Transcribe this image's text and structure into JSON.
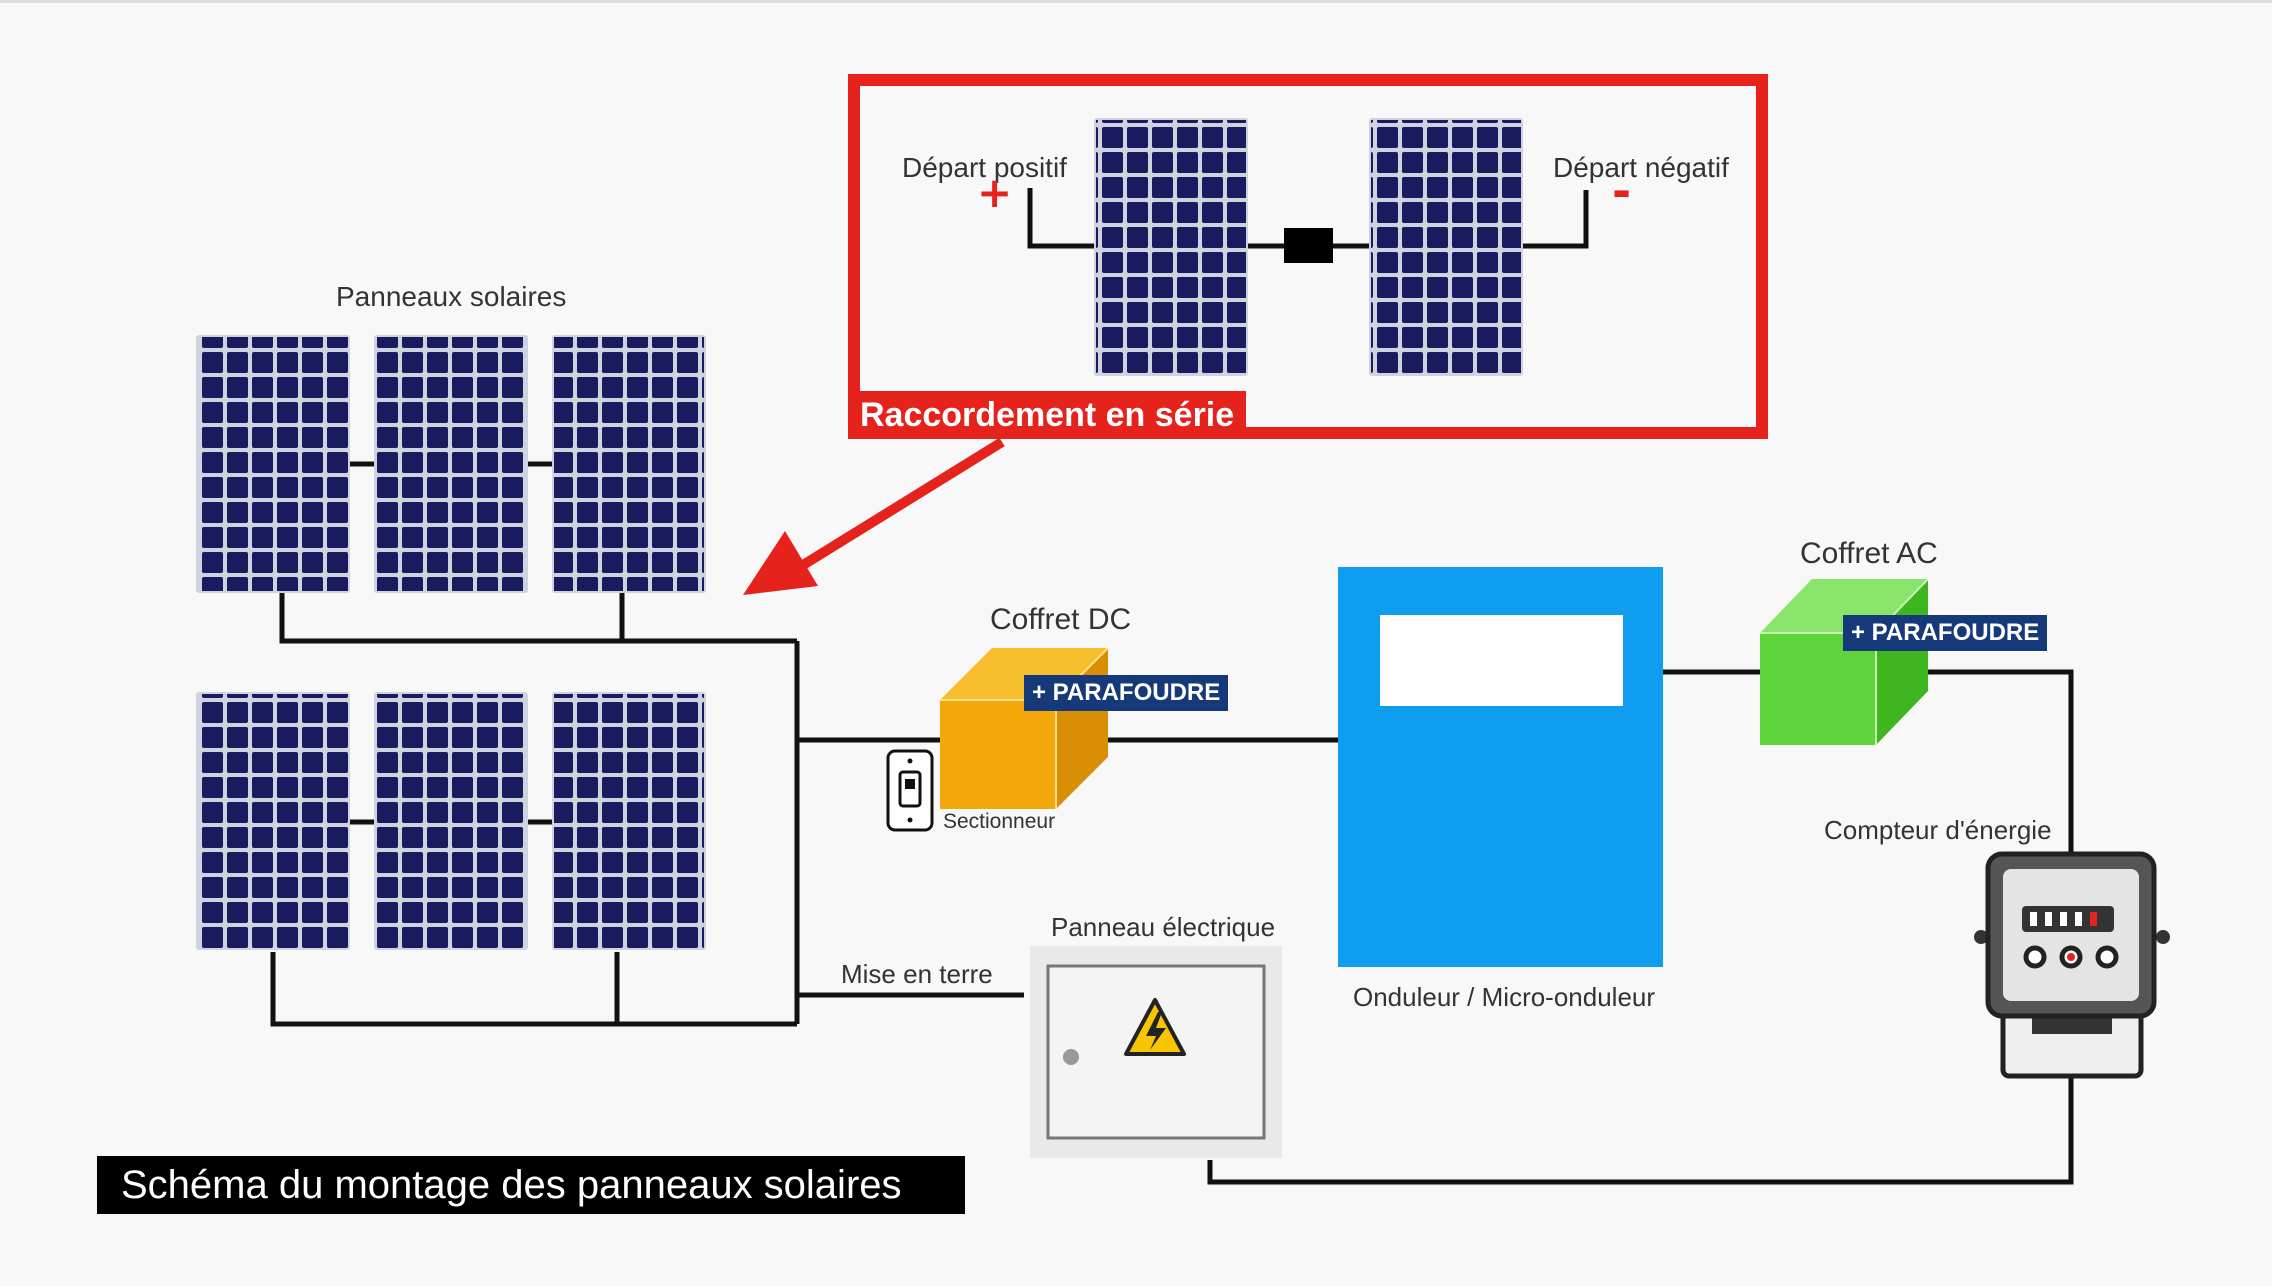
{
  "labels": {
    "depart_positif": "Départ positif",
    "depart_negatif": "Départ négatif",
    "plus_sign": "+",
    "minus_sign": "-",
    "raccordement": "Raccordement en série",
    "panneaux_solaires": "Panneaux solaires",
    "coffret_dc": "Coffret DC",
    "coffret_ac": "Coffret AC",
    "parafoudre_dc": "+ PARAFOUDRE",
    "parafoudre_ac": "+ PARAFOUDRE",
    "sectionneur": "Sectionneur",
    "mise_en_terre": "Mise en terre",
    "panneau_electrique": "Panneau électrique",
    "onduleur": "Onduleur / Micro-onduleur",
    "compteur": "Compteur d'énergie",
    "main_title": "Schéma du montage des panneaux solaires"
  },
  "colors": {
    "panel_cell": "#1a1a5e",
    "panel_frame": "#cfd3e0",
    "series_red": "#e5221b",
    "dc_box": "#f2a80a",
    "ac_box": "#5fd33a",
    "inverter": "#0f9df0",
    "badge": "#16397a",
    "wire": "#111111",
    "panel_board": "#eeeeee",
    "warning": "#f7c600"
  },
  "icons": {
    "warning": "high-voltage-warning-icon",
    "switch": "disconnect-switch-icon",
    "meter": "energy-meter-icon"
  }
}
